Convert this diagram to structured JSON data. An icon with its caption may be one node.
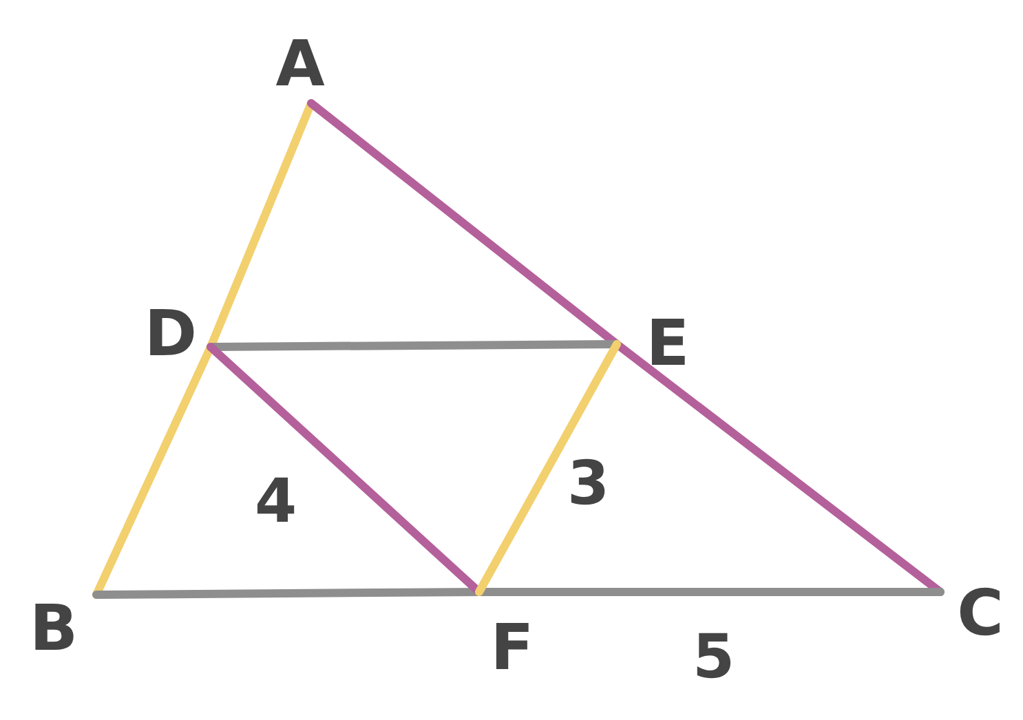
{
  "diagram": {
    "nodes": [
      {
        "text": [
          "A"
        ]
      },
      {
        "text": [
          "D"
        ]
      },
      {
        "text": [
          "E"
        ]
      },
      {
        "text": [
          "B"
        ]
      },
      {
        "text": [
          "F"
        ]
      },
      {
        "text": [
          "C"
        ]
      }
    ],
    "edges": [
      {
        "from": 0,
        "to": 1,
        "arrow": "none",
        "color": "#f2d06e"
      },
      {
        "from": 1,
        "to": 3,
        "arrow": "none",
        "color": "#f2d06e"
      },
      {
        "from": 0,
        "to": 2,
        "arrow": "none",
        "color": "#b4609b"
      },
      {
        "from": 2,
        "to": 5,
        "arrow": "none",
        "color": "#b4609b"
      },
      {
        "from": 1,
        "to": 2,
        "arrow": "none",
        "color": "#8e8e8e"
      },
      {
        "from": 3,
        "to": 4,
        "arrow": "none",
        "color": "#8e8e8e"
      },
      {
        "from": 4,
        "to": 5,
        "arrow": "none",
        "label": "5",
        "color": "#8e8e8e"
      },
      {
        "from": 1,
        "to": 4,
        "arrow": "none",
        "label": "4",
        "color": "#b4609b"
      },
      {
        "from": 2,
        "to": 4,
        "arrow": "none",
        "label": "3",
        "color": "#f2d06e"
      }
    ]
  }
}
